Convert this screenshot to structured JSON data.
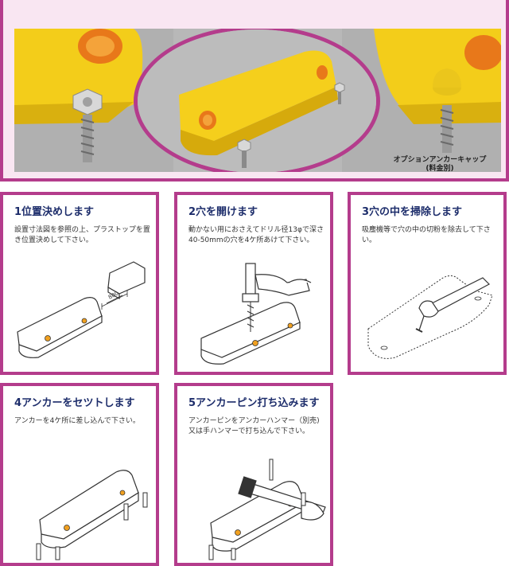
{
  "banner": {
    "caption_line1": "オプションアンカーキャップ",
    "caption_line2": "(料金別)",
    "colors": {
      "frame": "#b43c8c",
      "background": "#f9e6f2",
      "product": "#f5cf1c",
      "reflector": "#f07d1a"
    }
  },
  "steps": [
    {
      "title": "1位置決めします",
      "description": "設置寸法図を参照の上、プラストップを置き位置決めして下さい。",
      "dimension_label": "800"
    },
    {
      "title": "2穴を開けます",
      "description": "動かない用におさえてドリル径13φで深さ40-50mmの穴を4ケ所あけて下さい。"
    },
    {
      "title": "3穴の中を掃除します",
      "description": "吸塵機等で穴の中の切粉を除去して下さい。"
    },
    {
      "title": "4アンカーをセツトします",
      "description": "アンカーを4ケ所に差し込んで下さい。"
    },
    {
      "title": "5アンカーピン打ち込みます",
      "description": "アンカーピンをアンカーハンマー（別売)又は手ハンマーで打ち込んで下さい。"
    }
  ],
  "colors": {
    "title": "#1d2d6b",
    "card_border": "#b43c8c",
    "reflector_dot": "#f0a020"
  }
}
